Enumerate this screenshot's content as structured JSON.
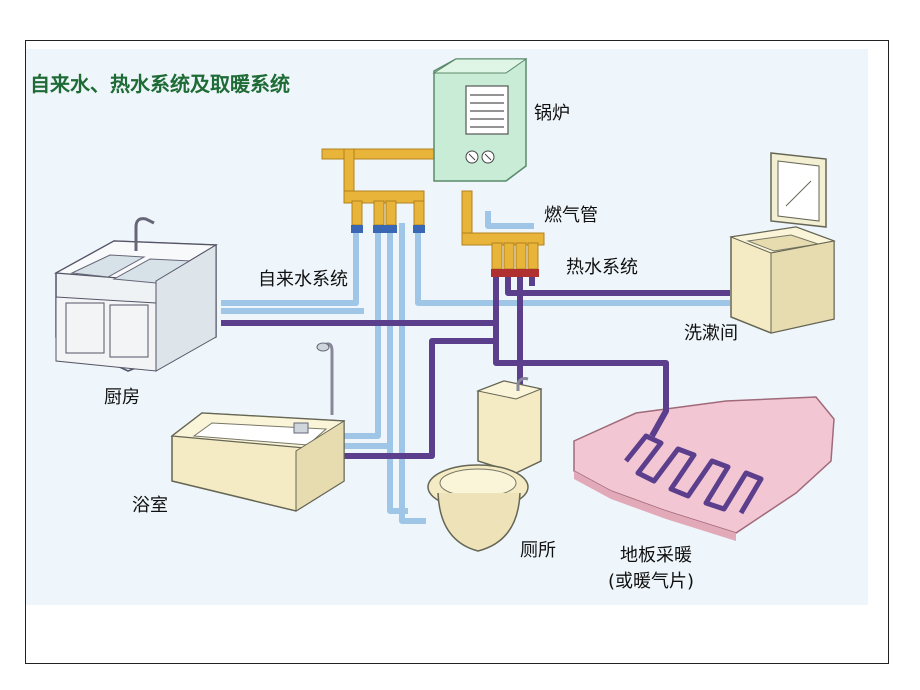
{
  "title": "自来水、热水系统及取暖系统",
  "labels": {
    "boiler": "锅炉",
    "gas_pipe": "燃气管",
    "cold_water_system": "自来水系统",
    "hot_water_system": "热水系统",
    "kitchen": "厨房",
    "washroom": "洗漱间",
    "bathroom": "浴室",
    "toilet": "厕所",
    "floor_heating": "地板采暖",
    "floor_heating_note": "(或暖气片)"
  },
  "colors": {
    "cold_pipe": "#9fc6e6",
    "hot_pipe": "#5b3e8c",
    "manifold": "#e8b43a",
    "fixture": "#f4ebc4",
    "floor": "#f3c6d4",
    "title": "#1f6b36",
    "background": "#eef6fb"
  }
}
